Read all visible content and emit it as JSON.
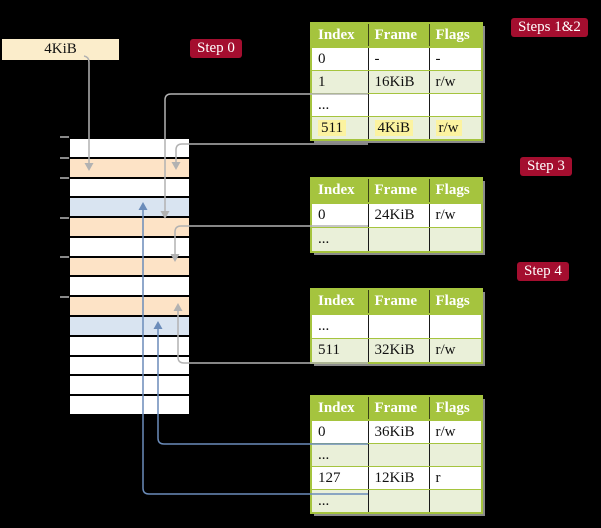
{
  "colors": {
    "table-green": "#a5c43e",
    "row-green": "#eaf0d9",
    "badge-red": "#a40e2f",
    "mem-orange": "#fde3c6",
    "mem-blue": "#d9e4f1",
    "wheat": "#fbedcb",
    "highlight-yellow": "#fcf3a0",
    "arrow-gray": "#b2b2b2",
    "arrow-blue": "#6b8cba"
  },
  "legend": {
    "page_size_label": "4KiB"
  },
  "badges": {
    "step0": "Step 0",
    "steps12": "Steps 1&2",
    "step3": "Step 3",
    "step4": "Step 4"
  },
  "memory": {
    "rows": [
      "white",
      "orange",
      "white",
      "blue",
      "orange",
      "white",
      "orange",
      "white",
      "orange",
      "blue",
      "white",
      "white",
      "white",
      "white"
    ]
  },
  "tables": [
    {
      "headers": [
        "Index",
        "Frame",
        "Flags"
      ],
      "rows": [
        {
          "index": "0",
          "frame": "-",
          "flags": "-"
        },
        {
          "index": "1",
          "frame": "16KiB",
          "flags": "r/w"
        },
        {
          "index": "...",
          "frame": "",
          "flags": ""
        },
        {
          "index": "511",
          "frame": "4KiB",
          "flags": "r/w"
        }
      ]
    },
    {
      "headers": [
        "Index",
        "Frame",
        "Flags"
      ],
      "rows": [
        {
          "index": "0",
          "frame": "24KiB",
          "flags": "r/w"
        },
        {
          "index": "...",
          "frame": "",
          "flags": ""
        }
      ]
    },
    {
      "headers": [
        "Index",
        "Frame",
        "Flags"
      ],
      "rows": [
        {
          "index": "...",
          "frame": "",
          "flags": ""
        },
        {
          "index": "511",
          "frame": "32KiB",
          "flags": "r/w"
        }
      ]
    },
    {
      "headers": [
        "Index",
        "Frame",
        "Flags"
      ],
      "rows": [
        {
          "index": "0",
          "frame": "36KiB",
          "flags": "r/w"
        },
        {
          "index": "...",
          "frame": "",
          "flags": ""
        },
        {
          "index": "127",
          "frame": "12KiB",
          "flags": "r"
        },
        {
          "index": "...",
          "frame": "",
          "flags": ""
        }
      ]
    }
  ]
}
